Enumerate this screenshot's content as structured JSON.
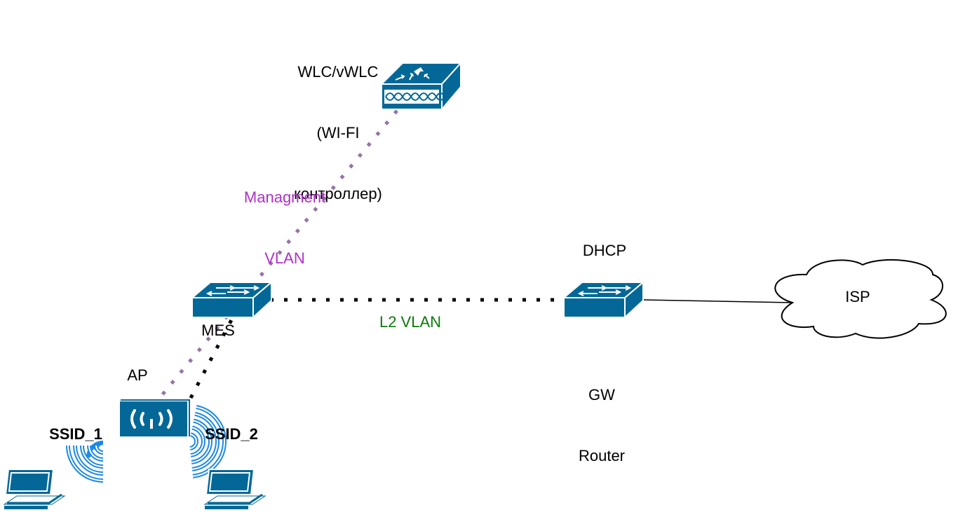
{
  "diagram": {
    "nodes": {
      "wlc": {
        "label_lines": [
          "WLC/vWLC",
          "(WI-FI",
          "контроллер)"
        ],
        "icon": "wireless-lan-controller-icon"
      },
      "mes": {
        "label": "MES",
        "icon": "switch-icon"
      },
      "gw": {
        "label_top": "DHCP",
        "label_lines": [
          "GW",
          "Router"
        ],
        "icon": "switch-icon"
      },
      "isp": {
        "label": "ISP",
        "icon": "cloud-icon"
      },
      "ap": {
        "label": "AP",
        "icon": "access-point-icon"
      },
      "laptop1": {
        "icon": "laptop-icon"
      },
      "laptop2": {
        "icon": "laptop-icon"
      }
    },
    "ssids": {
      "ssid1": "SSID_1",
      "ssid2": "SSID_2"
    },
    "links": {
      "mgmt": {
        "label_lines": [
          "Managment",
          "VLAN"
        ],
        "color": "#9673a6",
        "style": "dotted"
      },
      "l2": {
        "label": "L2 VLAN",
        "color": "#000000",
        "label_color": "#008000",
        "style": "dotted"
      },
      "uplink": {
        "color": "#000000",
        "style": "solid"
      }
    },
    "colors": {
      "device": "#036897",
      "wifi": "#1e88e5",
      "mgmt_label": "#b030c8",
      "l2_label": "#0a7a0a"
    }
  }
}
